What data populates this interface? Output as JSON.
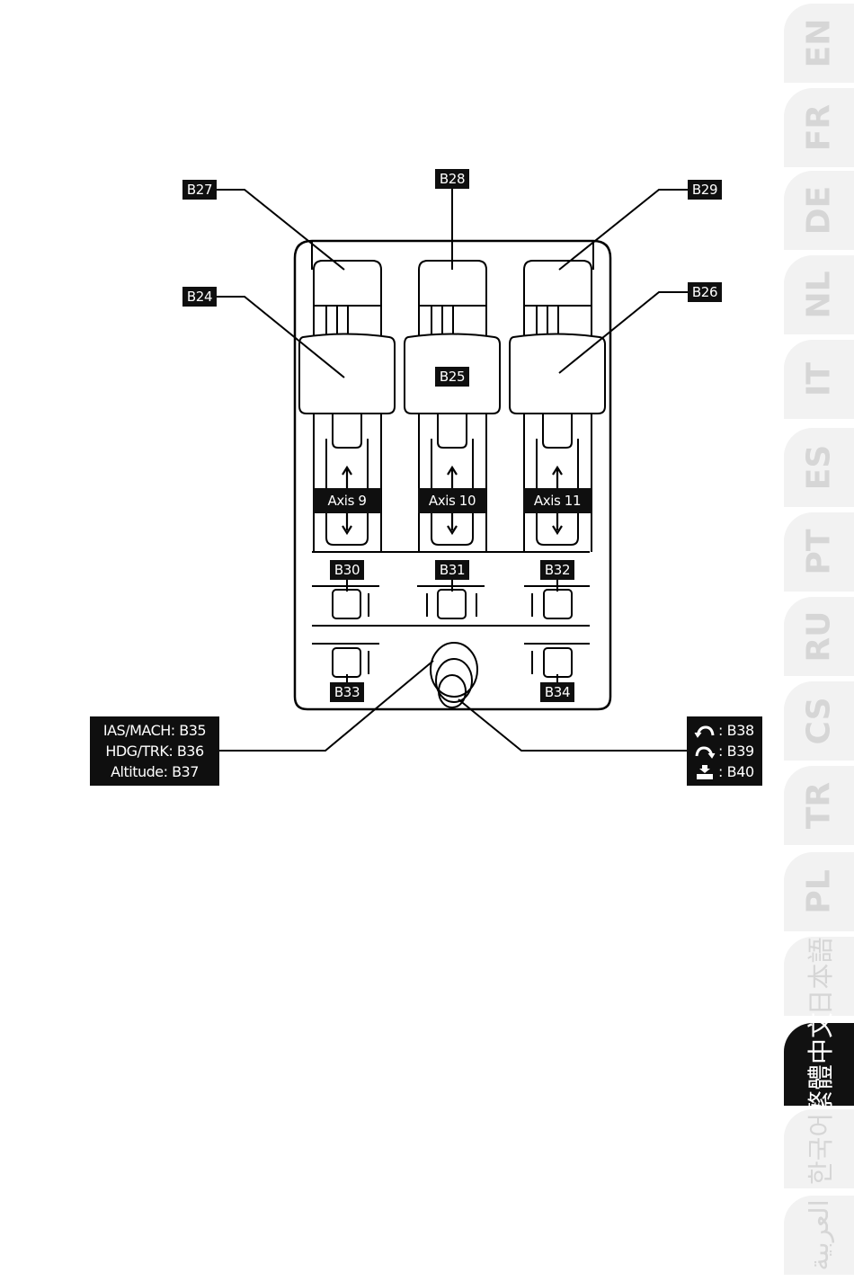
{
  "diagram": {
    "buttons": {
      "b24": "B24",
      "b25": "B25",
      "b26": "B26",
      "b27": "B27",
      "b28": "B28",
      "b29": "B29",
      "b30": "B30",
      "b31": "B31",
      "b32": "B32",
      "b33": "B33",
      "b34": "B34"
    },
    "axes": {
      "axis9": "Axis 9",
      "axis10": "Axis 10",
      "axis11": "Axis 11"
    },
    "knob_functions": [
      "IAS/MACH: B35",
      "HDG/TRK: B36",
      "Altitude: B37"
    ],
    "knob_actions": [
      {
        "icon": "rotate-left-icon",
        "label": ": B38"
      },
      {
        "icon": "rotate-right-icon",
        "label": ": B39"
      },
      {
        "icon": "push-down-icon",
        "label": ": B40"
      }
    ]
  },
  "language_tabs": [
    {
      "label": "EN",
      "active": false
    },
    {
      "label": "FR",
      "active": false
    },
    {
      "label": "DE",
      "active": false
    },
    {
      "label": "NL",
      "active": false
    },
    {
      "label": "IT",
      "active": false
    },
    {
      "label": "ES",
      "active": false
    },
    {
      "label": "PT",
      "active": false
    },
    {
      "label": "RU",
      "active": false
    },
    {
      "label": "CS",
      "active": false
    },
    {
      "label": "TR",
      "active": false
    },
    {
      "label": "PL",
      "active": false
    },
    {
      "label": "日本語",
      "active": false
    },
    {
      "label": "繁體中文",
      "active": true
    },
    {
      "label": "한국어",
      "active": false
    },
    {
      "label": "العربية",
      "active": false
    }
  ],
  "colors": {
    "label_bg": "#0f0f0f",
    "line": "#000000",
    "tab_inactive": "#f2f2f2",
    "tab_text_inactive": "#d6d6d6",
    "tab_active": "#111111"
  }
}
